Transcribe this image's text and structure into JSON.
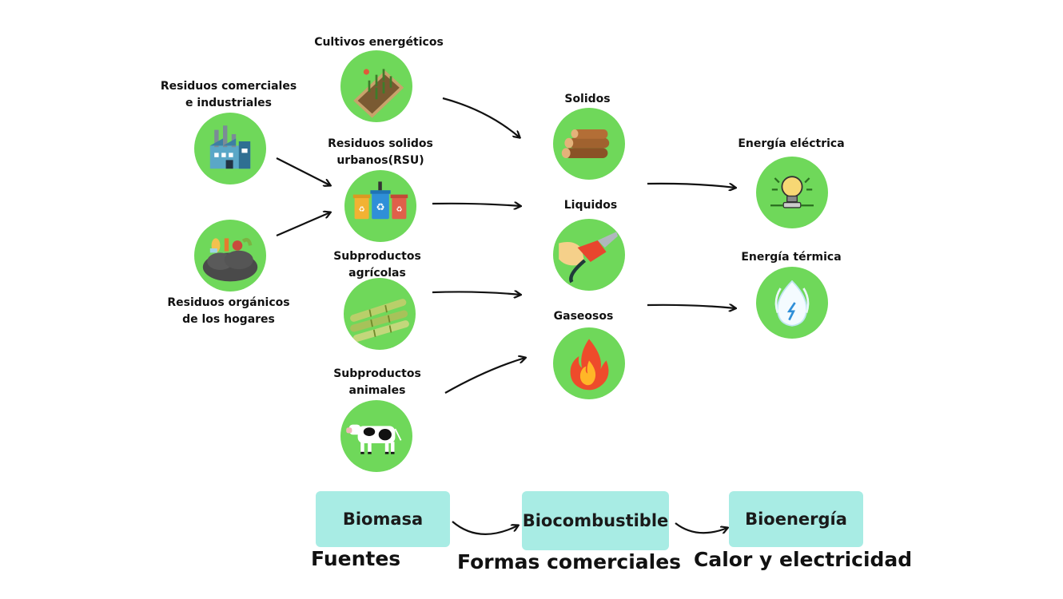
{
  "sources": {
    "comerciales": [
      "Residuos comerciales",
      "e industriales"
    ],
    "organicos": [
      "Residuos orgánicos",
      "de los hogares"
    ],
    "cultivos": [
      "Cultivos energéticos"
    ],
    "rsu": [
      "Residuos solidos",
      "urbanos(RSU)"
    ],
    "agricolas": [
      "Subproductos",
      "agrícolas"
    ],
    "animales": [
      "Subproductos",
      "animales"
    ]
  },
  "forms": {
    "solidos": "Solidos",
    "liquidos": "Liquidos",
    "gaseosos": "Gaseosos"
  },
  "energy": {
    "electrica": "Energía eléctrica",
    "termica": "Energía térmica"
  },
  "flow": {
    "biomasa": "Biomasa",
    "biocombustible": "Biocombustible",
    "bioenergia": "Bioenergía"
  },
  "captions": {
    "fuentes": "Fuentes",
    "formas": "Formas comerciales",
    "calor": "Calor y electricidad"
  },
  "colors": {
    "circle": "#6fd85a",
    "box": "#a8ece4"
  }
}
